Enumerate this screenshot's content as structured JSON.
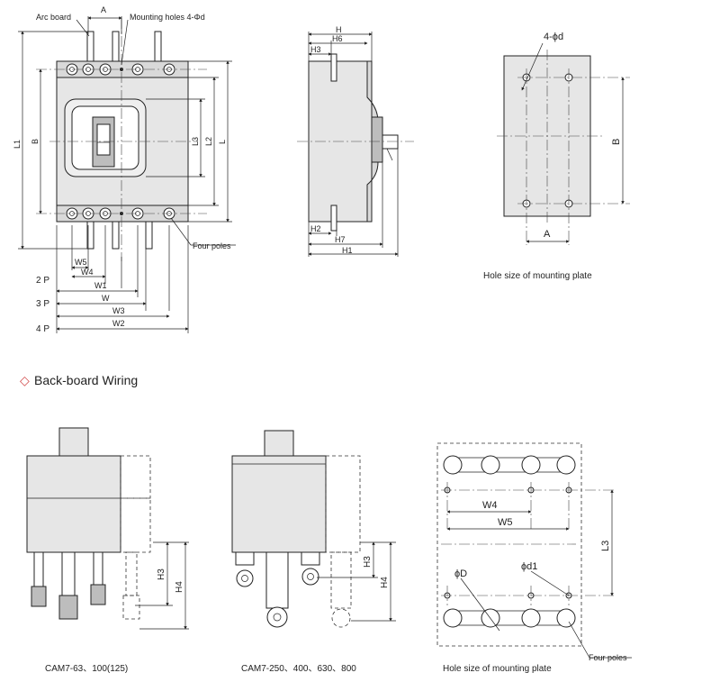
{
  "labels": {
    "arc_board": "Arc board",
    "A_top": "A",
    "mounting_holes": "Mounting holes 4-Φd",
    "L1": "L1",
    "B_left": "B",
    "L3": "L3",
    "L2": "L2",
    "L": "L",
    "four_poles": "Four poles",
    "W5": "W5",
    "W4": "W4",
    "W1": "W1",
    "W": "W",
    "W3": "W3",
    "W2": "W2",
    "p2": "2 P",
    "p3": "3 P",
    "p4": "4 P",
    "H": "H",
    "H6": "H6",
    "H3": "H3",
    "H2": "H2",
    "H7": "H7",
    "H1": "H1",
    "phi_d": "4-ϕd",
    "B_right": "B",
    "A_plate": "A",
    "hole_caption": "Hole size of mounting plate"
  },
  "section": {
    "title": "Back-board Wiring",
    "bullet": "◇"
  },
  "bottom": {
    "H3_a": "H3",
    "H4_a": "H4",
    "H3_b": "H3",
    "H4_b": "H4",
    "caption_a": "CAM7-63、100(125)",
    "caption_b": "CAM7-250、400、630、800",
    "W4": "W4",
    "W5": "W5",
    "L3": "L3",
    "phiD": "ϕD",
    "phid1": "ϕd1",
    "caption_c": "Hole size of mounting plate",
    "four_poles": "Four poles"
  }
}
